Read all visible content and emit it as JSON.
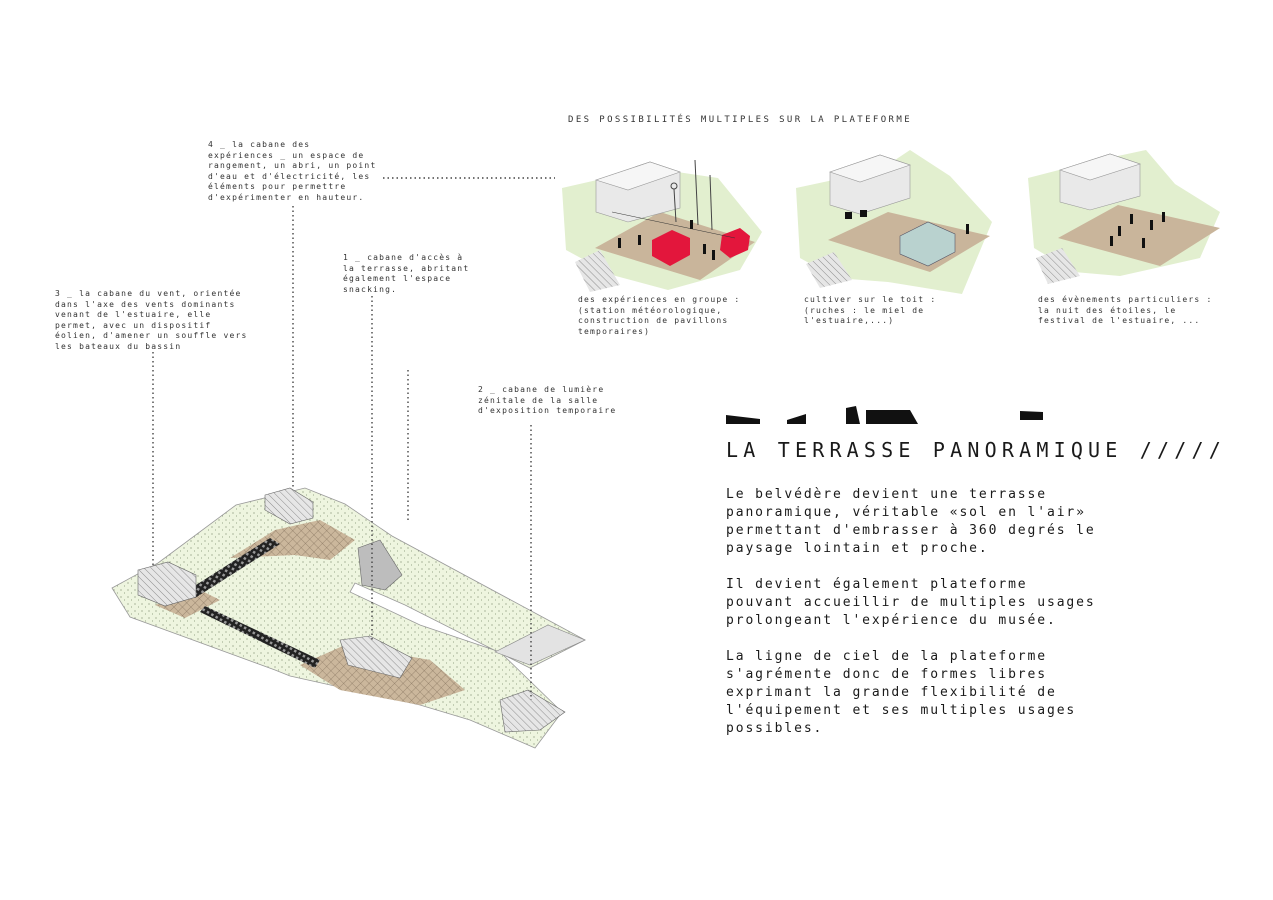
{
  "header": {
    "possibilities_title": "DES POSSIBILITÉS MULTIPLES SUR LA PLATEFORME"
  },
  "scenarios": [
    {
      "caption": "des expériences en groupe :\n(station météorologique,\nconstruction de pavillons\ntemporaires)"
    },
    {
      "caption": "cultiver sur le toit :\n(ruches : le miel de\nl'estuaire,...)"
    },
    {
      "caption": "des évènements particuliers :\nla nuit des étoiles, le\nfestival de l'estuaire, ..."
    }
  ],
  "annotations": {
    "cabane_experiences": "4 _ la cabane des\nexpériences _ un espace de\nrangement, un abri, un point\nd'eau et d'électricité, les\néléments pour permettre\nd'expérimenter en hauteur.",
    "cabane_acces": "1 _ cabane d'accès à\nla terrasse, abritant\négalement l'espace\nsnacking.",
    "cabane_vent": "3 _ la cabane du vent, orientée\ndans l'axe des vents dominants\nvenant de l'estuaire, elle\npermet, avec un dispositif\néolien, d'amener un souffle vers\nles bateaux du bassin",
    "cabane_lumiere": "2 _ cabane de lumière\nzénitale de la salle\nd'exposition temporaire"
  },
  "main": {
    "title": "LA TERRASSE PANORAMIQUE /////",
    "paragraphs": [
      "Le belvédère devient une terrasse\npanoramique, véritable «sol en l'air»\npermettant d'embrasser à 360 degrés le\npaysage lointain et proche.",
      "Il devient également plateforme\npouvant accueillir de multiples usages\nprolongeant l'expérience du musée.",
      "La ligne de ciel de la plateforme\ns'agrémente donc de formes libres\nexprimant la grande flexibilité de\nl'équipement et ses multiples usages\npossibles."
    ]
  },
  "colors": {
    "green": "#e2efcf",
    "brown": "#c9b59b",
    "red": "#e3163c",
    "grey": "#cfcfcf"
  }
}
